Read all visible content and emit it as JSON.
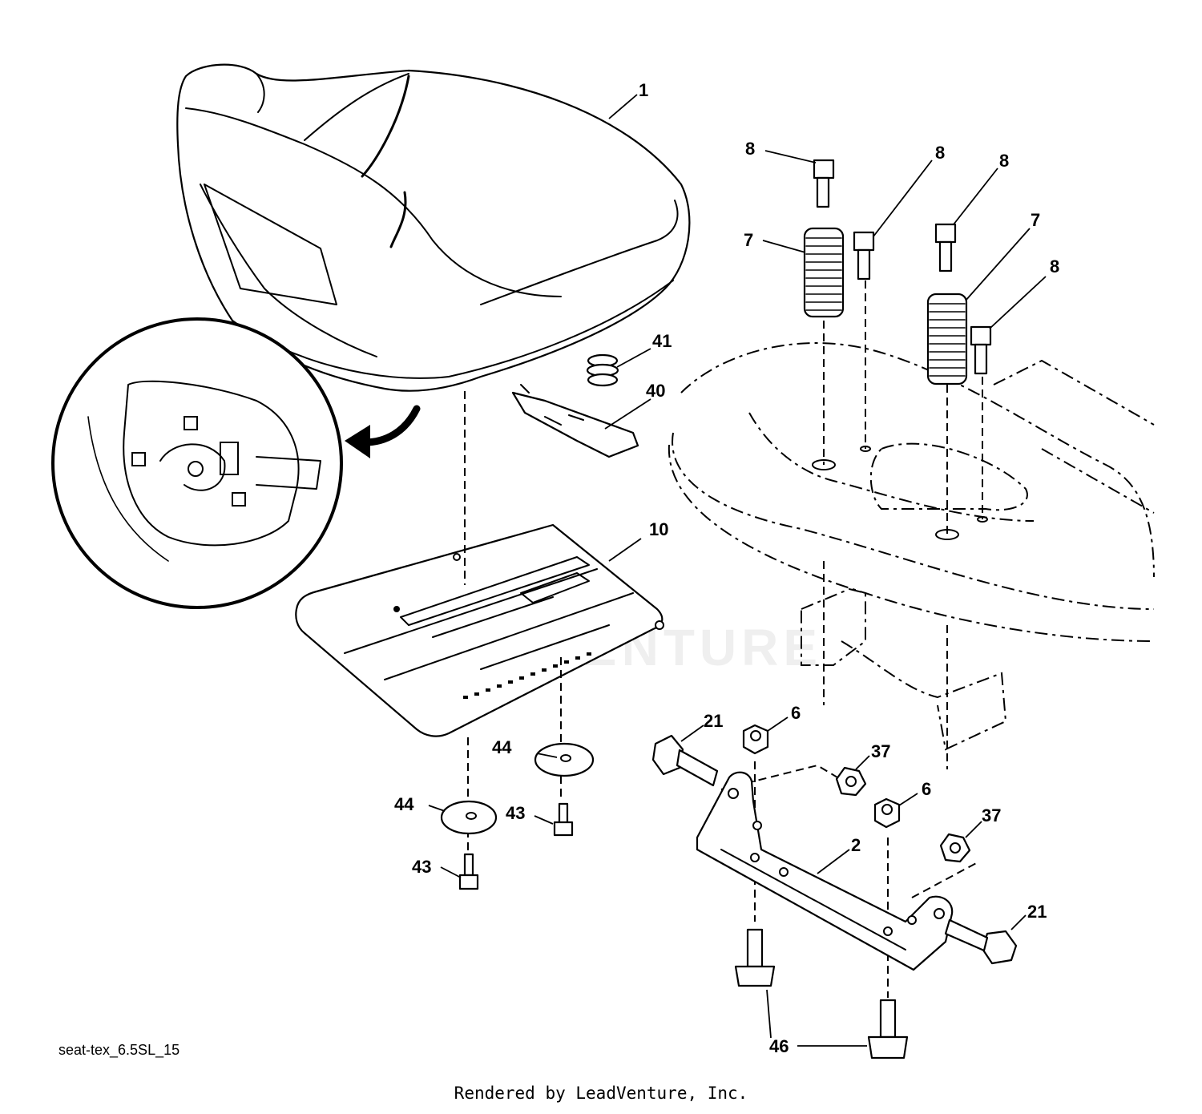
{
  "diagram": {
    "drawing_id": "seat-tex_6.5SL_15",
    "credit": "Rendered by LeadVenture, Inc.",
    "watermark": "LEADVENTURE",
    "callouts": {
      "seat": "1",
      "bracket": "2",
      "nut_a": "6",
      "nut_b": "6",
      "spring_left": "7",
      "spring_right": "7",
      "bolt_a": "8",
      "bolt_b": "8",
      "bolt_c": "8",
      "bolt_d": "8",
      "seat_pan": "10",
      "bolt_left": "21",
      "bolt_right": "21",
      "flange_nut_a": "37",
      "flange_nut_b": "37",
      "clip": "40",
      "small_spring": "41",
      "screw_a": "43",
      "screw_b": "43",
      "washer_a": "44",
      "washer_b": "44",
      "flange_bolt": "46"
    }
  }
}
